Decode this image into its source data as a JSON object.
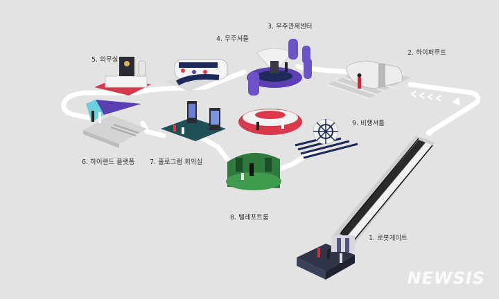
{
  "stations": [
    {
      "id": "robot-gate",
      "label": "1. 로봇게이트"
    },
    {
      "id": "hyperloop",
      "label": "2. 하이퍼루프"
    },
    {
      "id": "space-center",
      "label": "3. 우주관제센터"
    },
    {
      "id": "space-shuttle",
      "label": "4. 우주셔틀"
    },
    {
      "id": "medical-room",
      "label": "5. 의무실"
    },
    {
      "id": "hyland-platform",
      "label": "6. 하이랜드 플랫폼"
    },
    {
      "id": "hologram-room",
      "label": "7. 홀로그램 회의실"
    },
    {
      "id": "teleport-room",
      "label": "8. 텔레포트룸"
    },
    {
      "id": "flight-shuttle",
      "label": "9. 비행셔틀"
    }
  ],
  "watermark": "NEWSIS",
  "colors": {
    "background": "#e3e3e3",
    "path": "#ffffff",
    "purple": "#5b3fb3",
    "navy": "#1e2a5a",
    "red": "#d9394a",
    "teal": "#1f4f57",
    "green": "#2f7a3d",
    "dark": "#2b2b33"
  }
}
